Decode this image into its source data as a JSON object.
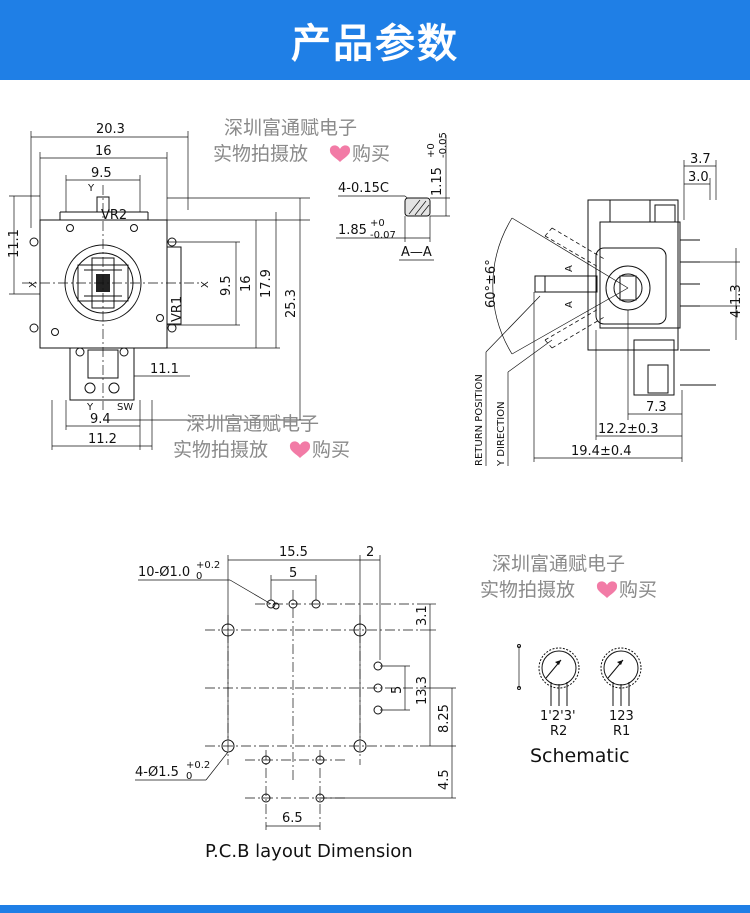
{
  "banner": {
    "title": "产品参数"
  },
  "watermark": {
    "line1": "深圳富通赋电子",
    "line2_a": "实物拍摄放",
    "line2_b": "购买"
  },
  "front_view": {
    "dim_20_3": "20.3",
    "dim_16": "16",
    "dim_9_5_top": "9.5",
    "dim_11_1_left": "11.1",
    "dim_9_5_right": "9.5",
    "dim_16_right": "16",
    "dim_17_9": "17.9",
    "dim_25_3": "25.3",
    "dim_11_1_bottom": "11.1",
    "dim_9_4": "9.4",
    "dim_11_2": "11.2",
    "label_vr2": "VR2",
    "label_vr1": "VR1",
    "label_x_left": "X",
    "label_x_right": "X",
    "label_y_top": "Y",
    "label_y_bottom": "Y",
    "label_sw": "SW"
  },
  "section_view": {
    "chamfer": "4-0.15C",
    "height": "1.15",
    "height_tol_plus": "+0",
    "height_tol_minus": "-0.05",
    "width": "1.85",
    "width_tol_plus": "+0",
    "width_tol_minus": "-0.07",
    "section_label": "A—A"
  },
  "side_view": {
    "dim_3_7": "3.7",
    "dim_3_0": "3.0",
    "angle": "60°±6°",
    "pitch": "4-1.3",
    "dim_7_3": "7.3",
    "dim_12_2": "12.2±0.3",
    "dim_19_4": "19.4±0.4",
    "return_position": "RETURN POSITION",
    "y_direction": "Y DIRECTION",
    "label_a": "A"
  },
  "pcb": {
    "dim_15_5": "15.5",
    "dim_2": "2",
    "dim_5_top": "5",
    "dim_3_1": "3.1",
    "dim_5_right": "5",
    "dim_13_3": "13.3",
    "dim_8_25": "8.25",
    "dim_4_5": "4.5",
    "dim_6_5": "6.5",
    "hole_small": "10-Ø1.0",
    "hole_small_tol_plus": "+0.2",
    "hole_small_tol_minus": "0",
    "hole_large": "4-Ø1.5",
    "hole_large_tol_plus": "+0.2",
    "hole_large_tol_minus": "0",
    "caption": "P.C.B layout Dimension"
  },
  "schematic": {
    "r2_pins": "1'2'3'",
    "r2_label": "R2",
    "r1_pins": "123",
    "r1_label": "R1",
    "caption": "Schematic"
  }
}
